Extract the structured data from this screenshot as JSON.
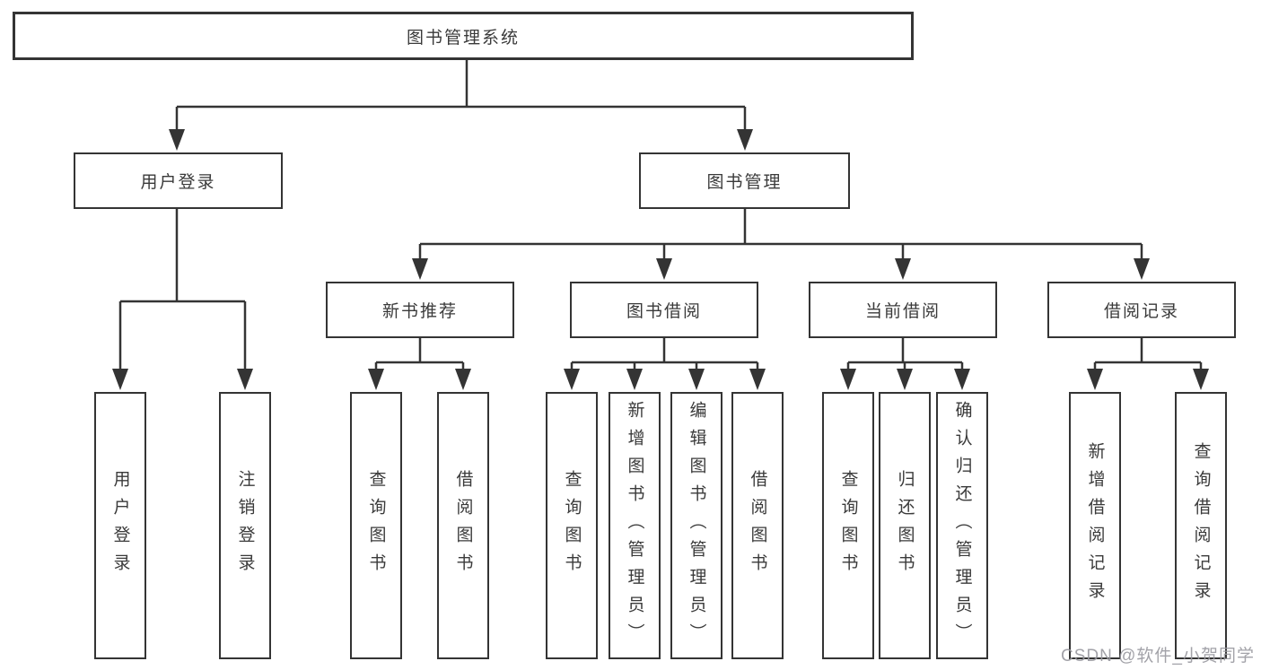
{
  "diagram": {
    "type": "hierarchy-tree",
    "colors": {
      "line": "#343434",
      "box_border": "#343434",
      "box_fill": "#ffffff",
      "text": "#3a3a3a",
      "watermark": "#98989e"
    },
    "nodes": {
      "root": "图书管理系统",
      "branches": [
        {
          "label": "用户登录",
          "leaves": [
            "用户登录",
            "注销登录"
          ]
        },
        {
          "label": "图书管理",
          "groups": [
            {
              "label": "新书推荐",
              "leaves": [
                "查询图书",
                "借阅图书"
              ]
            },
            {
              "label": "图书借阅",
              "leaves": [
                "查询图书",
                "新增图书（管理员）",
                "编辑图书（管理员）",
                "借阅图书"
              ]
            },
            {
              "label": "当前借阅",
              "leaves": [
                "查询图书",
                "归还图书",
                "确认归还（管理员）"
              ]
            },
            {
              "label": "借阅记录",
              "leaves": [
                "新增借阅记录",
                "查询借阅记录"
              ]
            }
          ]
        }
      ]
    },
    "watermark": "CSDN @软件_小贺同学"
  }
}
